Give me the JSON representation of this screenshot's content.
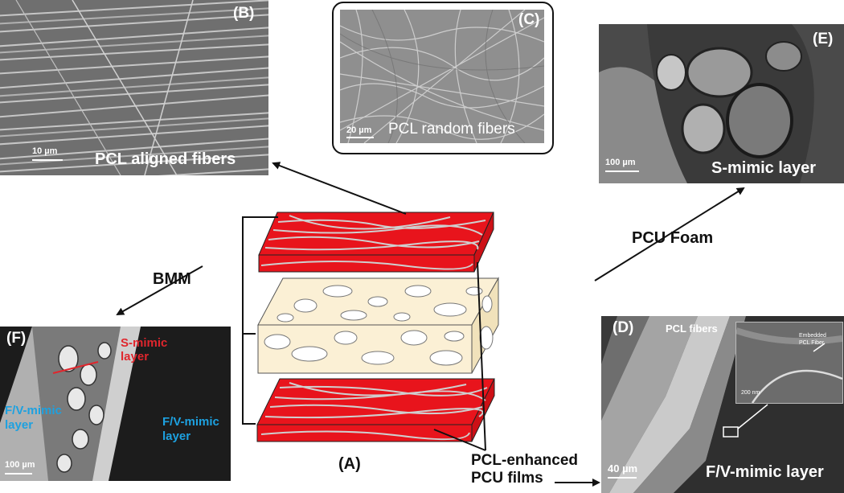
{
  "panels": {
    "b": {
      "label": "(B)",
      "caption": "PCL aligned fibers",
      "scale": "10 µm"
    },
    "c": {
      "label": "(C)",
      "caption": "PCL random fibers",
      "scale": "20 µm"
    },
    "e": {
      "label": "(E)",
      "caption": "S-mimic layer",
      "scale": "100 µm"
    },
    "f": {
      "label": "(F)",
      "scale": "100 µm",
      "s_mimic": "S-mimic\nlayer",
      "fv_left": "F/V-mimic\nlayer",
      "fv_right": "F/V-mimic\nlayer"
    },
    "d": {
      "label": "(D)",
      "caption": "F/V-mimic layer",
      "scale": "40 µm",
      "pcl_fibers": "PCL fibers",
      "inset_label": "Embedded\nPCL Fiber",
      "inset_scale": "200 nm"
    }
  },
  "labels": {
    "a": "(A)",
    "bmm": "BMM",
    "pcu_foam": "PCU Foam",
    "pcl_films": "PCL-enhanced\nPCU films"
  },
  "colors": {
    "film_red": "#e8141c",
    "foam_beige": "#fbf0d5"
  }
}
